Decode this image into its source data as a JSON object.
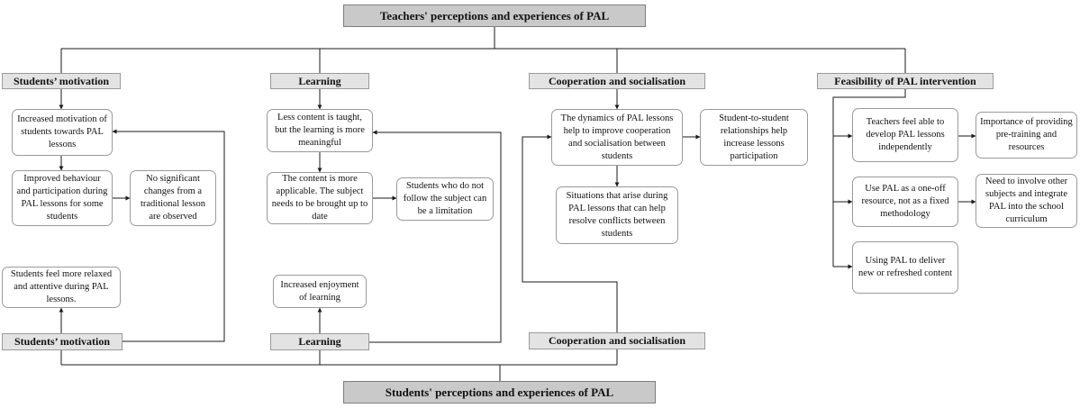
{
  "top_title": "Teachers' perceptions and experiences of PAL",
  "bottom_title": "Students' perceptions and experiences of PAL",
  "teacher_headers": {
    "motivation": "Students’ motivation",
    "learning": "Learning",
    "cooperation": "Cooperation and socialisation",
    "feasibility": "Feasibility of PAL intervention"
  },
  "student_headers": {
    "motivation": "Students’ motivation",
    "learning": "Learning",
    "cooperation": "Cooperation and socialisation"
  },
  "nodes": {
    "increased_motivation": "Increased motivation of students towards PAL lessons",
    "improved_behaviour": "Improved behaviour and participation during PAL lessons for some students",
    "no_changes": "No significant changes from a traditional lesson are observed",
    "relaxed_attentive": "Students feel more relaxed and attentive during PAL lessons.",
    "less_content": "Less content is taught, but the learning is more meaningful",
    "more_applicable": "The content is more applicable. The subject needs to be brought up to date",
    "not_follow": "Students who do not follow the subject can be a limitation",
    "enjoyment": "Increased enjoyment of learning",
    "dynamics": "The dynamics of PAL lessons help to improve cooperation and socialisation between students",
    "relationships": "Student-to-student relationships help increase lessons participation",
    "situations": "Situations that arise during PAL lessons that can help resolve conflicts between students",
    "develop_lessons": "Teachers feel able to develop PAL lessons independently",
    "pretraining": "Importance of providing pre-training and resources",
    "one_off": "Use PAL as a one-off resource, not as a fixed methodology",
    "integrate": "Need to involve other subjects and integrate PAL into the school curriculum",
    "deliver_content": "Using PAL to deliver new or refreshed content"
  }
}
